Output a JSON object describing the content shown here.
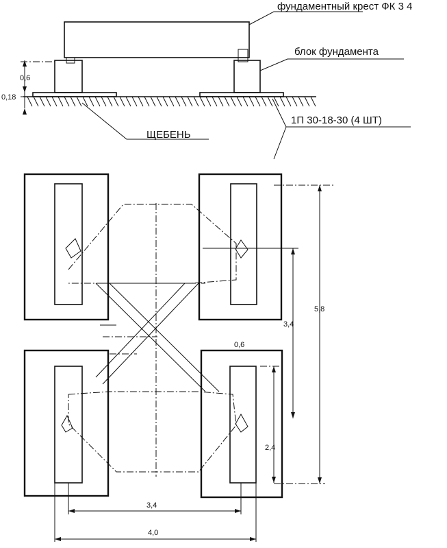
{
  "labels": {
    "crosspiece": "фундаментный крест ФК 3 4",
    "block": "блок фундамента",
    "slab": "1П 30-18-30  (4 ШТ)",
    "gravel": "ЩЕБЕНЬ"
  },
  "dimensions": {
    "block_height": "0,6",
    "slab_thickness": "0,18",
    "span_vertical": "5,8",
    "inner_vertical": "3,4",
    "block_width": "0,6",
    "slab_length": "2,4",
    "inner_horizontal": "3,4",
    "outer_horizontal": "4,0"
  }
}
